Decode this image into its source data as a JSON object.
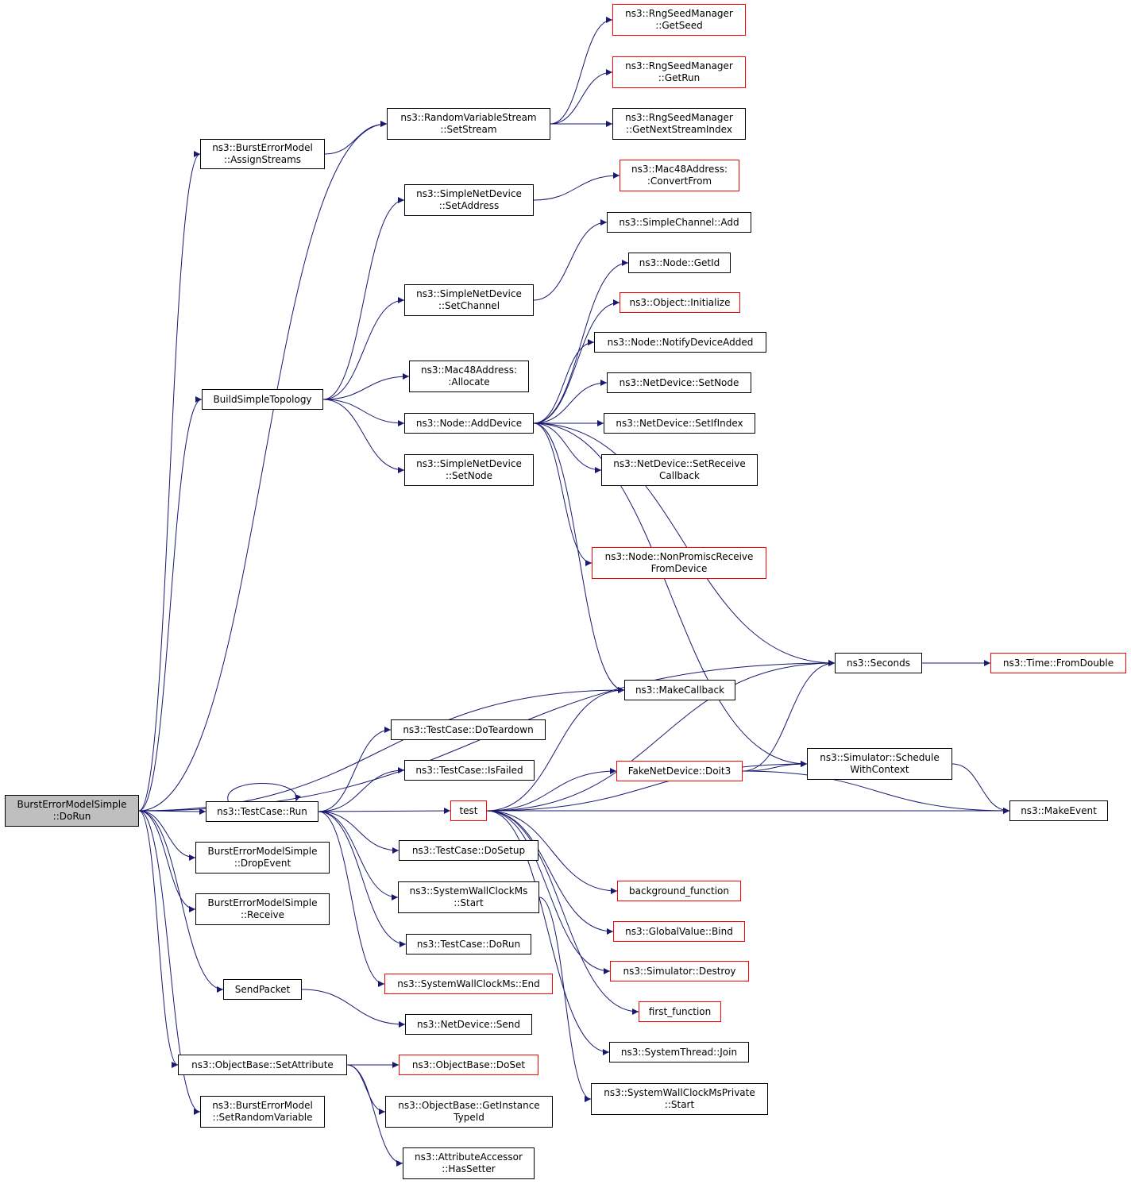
{
  "colors": {
    "edge": "#191970",
    "box_border": "#000000",
    "truncated_border": "#ff0000",
    "root_fill": "#bfbfbf",
    "background": "#ffffff"
  },
  "nodes": {
    "root": {
      "lines": [
        "BurstErrorModelSimple",
        "::DoRun"
      ],
      "style": "root"
    },
    "assignStreams": {
      "lines": [
        "ns3::BurstErrorModel",
        "::AssignStreams"
      ],
      "style": "normal"
    },
    "setStream": {
      "lines": [
        "ns3::RandomVariableStream",
        "::SetStream"
      ],
      "style": "normal"
    },
    "getSeed": {
      "lines": [
        "ns3::RngSeedManager",
        "::GetSeed"
      ],
      "style": "truncated"
    },
    "getRun": {
      "lines": [
        "ns3::RngSeedManager",
        "::GetRun"
      ],
      "style": "truncated"
    },
    "getNextStreamIndex": {
      "lines": [
        "ns3::RngSeedManager",
        "::GetNextStreamIndex"
      ],
      "style": "normal"
    },
    "snd_setAddress": {
      "lines": [
        "ns3::SimpleNetDevice",
        "::SetAddress"
      ],
      "style": "normal"
    },
    "convertFrom": {
      "lines": [
        "ns3::Mac48Address:",
        ":ConvertFrom"
      ],
      "style": "truncated"
    },
    "simpleChannelAdd": {
      "lines": [
        "ns3::SimpleChannel::Add"
      ],
      "style": "normal"
    },
    "snd_setChannel": {
      "lines": [
        "ns3::SimpleNetDevice",
        "::SetChannel"
      ],
      "style": "normal"
    },
    "nodeGetId": {
      "lines": [
        "ns3::Node::GetId"
      ],
      "style": "normal"
    },
    "objectInitialize": {
      "lines": [
        "ns3::Object::Initialize"
      ],
      "style": "truncated"
    },
    "notifyDeviceAdded": {
      "lines": [
        "ns3::Node::NotifyDeviceAdded"
      ],
      "style": "normal"
    },
    "mac48Allocate": {
      "lines": [
        "ns3::Mac48Address:",
        ":Allocate"
      ],
      "style": "normal"
    },
    "netDevSetNode": {
      "lines": [
        "ns3::NetDevice::SetNode"
      ],
      "style": "normal"
    },
    "buildSimpleTopology": {
      "lines": [
        "BuildSimpleTopology"
      ],
      "style": "normal"
    },
    "nodeAddDevice": {
      "lines": [
        "ns3::Node::AddDevice"
      ],
      "style": "normal"
    },
    "setIfIndex": {
      "lines": [
        "ns3::NetDevice::SetIfIndex"
      ],
      "style": "normal"
    },
    "snd_setNode": {
      "lines": [
        "ns3::SimpleNetDevice",
        "::SetNode"
      ],
      "style": "normal"
    },
    "setReceiveCallback": {
      "lines": [
        "ns3::NetDevice::SetReceive",
        "Callback"
      ],
      "style": "normal"
    },
    "nonPromisc": {
      "lines": [
        "ns3::Node::NonPromiscReceive",
        "FromDevice"
      ],
      "style": "truncated"
    },
    "seconds": {
      "lines": [
        "ns3::Seconds"
      ],
      "style": "normal"
    },
    "fromDouble": {
      "lines": [
        "ns3::Time::FromDouble"
      ],
      "style": "truncated"
    },
    "makeCallback": {
      "lines": [
        "ns3::MakeCallback"
      ],
      "style": "normal"
    },
    "doTeardown": {
      "lines": [
        "ns3::TestCase::DoTeardown"
      ],
      "style": "normal"
    },
    "isFailed": {
      "lines": [
        "ns3::TestCase::IsFailed"
      ],
      "style": "normal"
    },
    "fakeDoit3": {
      "lines": [
        "FakeNetDevice::Doit3"
      ],
      "style": "truncated"
    },
    "scheduleWithContext": {
      "lines": [
        "ns3::Simulator::Schedule",
        "WithContext"
      ],
      "style": "normal"
    },
    "testCaseRun": {
      "lines": [
        "ns3::TestCase::Run"
      ],
      "style": "normal"
    },
    "test": {
      "lines": [
        "test"
      ],
      "style": "truncated"
    },
    "makeEvent": {
      "lines": [
        "ns3::MakeEvent"
      ],
      "style": "normal"
    },
    "doSetup": {
      "lines": [
        "ns3::TestCase::DoSetup"
      ],
      "style": "normal"
    },
    "dropEvent": {
      "lines": [
        "BurstErrorModelSimple",
        "::DropEvent"
      ],
      "style": "normal"
    },
    "backgroundFunction": {
      "lines": [
        "background_function"
      ],
      "style": "truncated"
    },
    "swcStart": {
      "lines": [
        "ns3::SystemWallClockMs",
        "::Start"
      ],
      "style": "normal"
    },
    "receive": {
      "lines": [
        "BurstErrorModelSimple",
        "::Receive"
      ],
      "style": "normal"
    },
    "globalValueBind": {
      "lines": [
        "ns3::GlobalValue::Bind"
      ],
      "style": "truncated"
    },
    "testCaseDoRun": {
      "lines": [
        "ns3::TestCase::DoRun"
      ],
      "style": "normal"
    },
    "simulatorDestroy": {
      "lines": [
        "ns3::Simulator::Destroy"
      ],
      "style": "truncated"
    },
    "swcEnd": {
      "lines": [
        "ns3::SystemWallClockMs::End"
      ],
      "style": "truncated"
    },
    "sendPacket": {
      "lines": [
        "SendPacket"
      ],
      "style": "normal"
    },
    "firstFunction": {
      "lines": [
        "first_function"
      ],
      "style": "truncated"
    },
    "netDevSend": {
      "lines": [
        "ns3::NetDevice::Send"
      ],
      "style": "normal"
    },
    "systemThreadJoin": {
      "lines": [
        "ns3::SystemThread::Join"
      ],
      "style": "normal"
    },
    "setAttribute": {
      "lines": [
        "ns3::ObjectBase::SetAttribute"
      ],
      "style": "normal"
    },
    "doSet": {
      "lines": [
        "ns3::ObjectBase::DoSet"
      ],
      "style": "truncated"
    },
    "swcPrivateStart": {
      "lines": [
        "ns3::SystemWallClockMsPrivate",
        "::Start"
      ],
      "style": "normal"
    },
    "setRandomVariable": {
      "lines": [
        "ns3::BurstErrorModel",
        "::SetRandomVariable"
      ],
      "style": "normal"
    },
    "getInstanceTypeId": {
      "lines": [
        "ns3::ObjectBase::GetInstance",
        "TypeId"
      ],
      "style": "normal"
    },
    "hasSetter": {
      "lines": [
        "ns3::AttributeAccessor",
        "::HasSetter"
      ],
      "style": "normal"
    }
  },
  "edges": [
    [
      "root",
      "assignStreams"
    ],
    [
      "root",
      "setStream"
    ],
    [
      "root",
      "buildSimpleTopology"
    ],
    [
      "root",
      "seconds"
    ],
    [
      "root",
      "makeCallback"
    ],
    [
      "root",
      "testCaseRun"
    ],
    [
      "root",
      "dropEvent"
    ],
    [
      "root",
      "receive"
    ],
    [
      "root",
      "sendPacket"
    ],
    [
      "root",
      "setAttribute"
    ],
    [
      "root",
      "setRandomVariable"
    ],
    [
      "assignStreams",
      "setStream"
    ],
    [
      "setStream",
      "getSeed"
    ],
    [
      "setStream",
      "getRun"
    ],
    [
      "setStream",
      "getNextStreamIndex"
    ],
    [
      "snd_setAddress",
      "convertFrom"
    ],
    [
      "snd_setChannel",
      "simpleChannelAdd"
    ],
    [
      "buildSimpleTopology",
      "snd_setAddress"
    ],
    [
      "buildSimpleTopology",
      "snd_setChannel"
    ],
    [
      "buildSimpleTopology",
      "mac48Allocate"
    ],
    [
      "buildSimpleTopology",
      "nodeAddDevice"
    ],
    [
      "buildSimpleTopology",
      "snd_setNode"
    ],
    [
      "nodeAddDevice",
      "nodeGetId"
    ],
    [
      "nodeAddDevice",
      "objectInitialize"
    ],
    [
      "nodeAddDevice",
      "notifyDeviceAdded"
    ],
    [
      "nodeAddDevice",
      "netDevSetNode"
    ],
    [
      "nodeAddDevice",
      "setIfIndex"
    ],
    [
      "nodeAddDevice",
      "setReceiveCallback"
    ],
    [
      "nodeAddDevice",
      "nonPromisc"
    ],
    [
      "nodeAddDevice",
      "seconds"
    ],
    [
      "nodeAddDevice",
      "makeCallback"
    ],
    [
      "nodeAddDevice",
      "scheduleWithContext"
    ],
    [
      "seconds",
      "fromDouble"
    ],
    [
      "testCaseRun",
      "testCaseRun"
    ],
    [
      "testCaseRun",
      "doTeardown"
    ],
    [
      "testCaseRun",
      "isFailed"
    ],
    [
      "testCaseRun",
      "test"
    ],
    [
      "testCaseRun",
      "doSetup"
    ],
    [
      "testCaseRun",
      "swcStart"
    ],
    [
      "testCaseRun",
      "testCaseDoRun"
    ],
    [
      "testCaseRun",
      "swcEnd"
    ],
    [
      "test",
      "makeCallback"
    ],
    [
      "test",
      "seconds"
    ],
    [
      "test",
      "fakeDoit3"
    ],
    [
      "test",
      "scheduleWithContext"
    ],
    [
      "test",
      "makeEvent"
    ],
    [
      "test",
      "backgroundFunction"
    ],
    [
      "test",
      "globalValueBind"
    ],
    [
      "test",
      "simulatorDestroy"
    ],
    [
      "test",
      "firstFunction"
    ],
    [
      "test",
      "systemThreadJoin"
    ],
    [
      "fakeDoit3",
      "scheduleWithContext"
    ],
    [
      "fakeDoit3",
      "seconds"
    ],
    [
      "fakeDoit3",
      "makeEvent"
    ],
    [
      "scheduleWithContext",
      "makeEvent"
    ],
    [
      "swcStart",
      "swcPrivateStart"
    ],
    [
      "sendPacket",
      "netDevSend"
    ],
    [
      "setAttribute",
      "doSet"
    ],
    [
      "setAttribute",
      "getInstanceTypeId"
    ],
    [
      "setAttribute",
      "hasSetter"
    ]
  ]
}
